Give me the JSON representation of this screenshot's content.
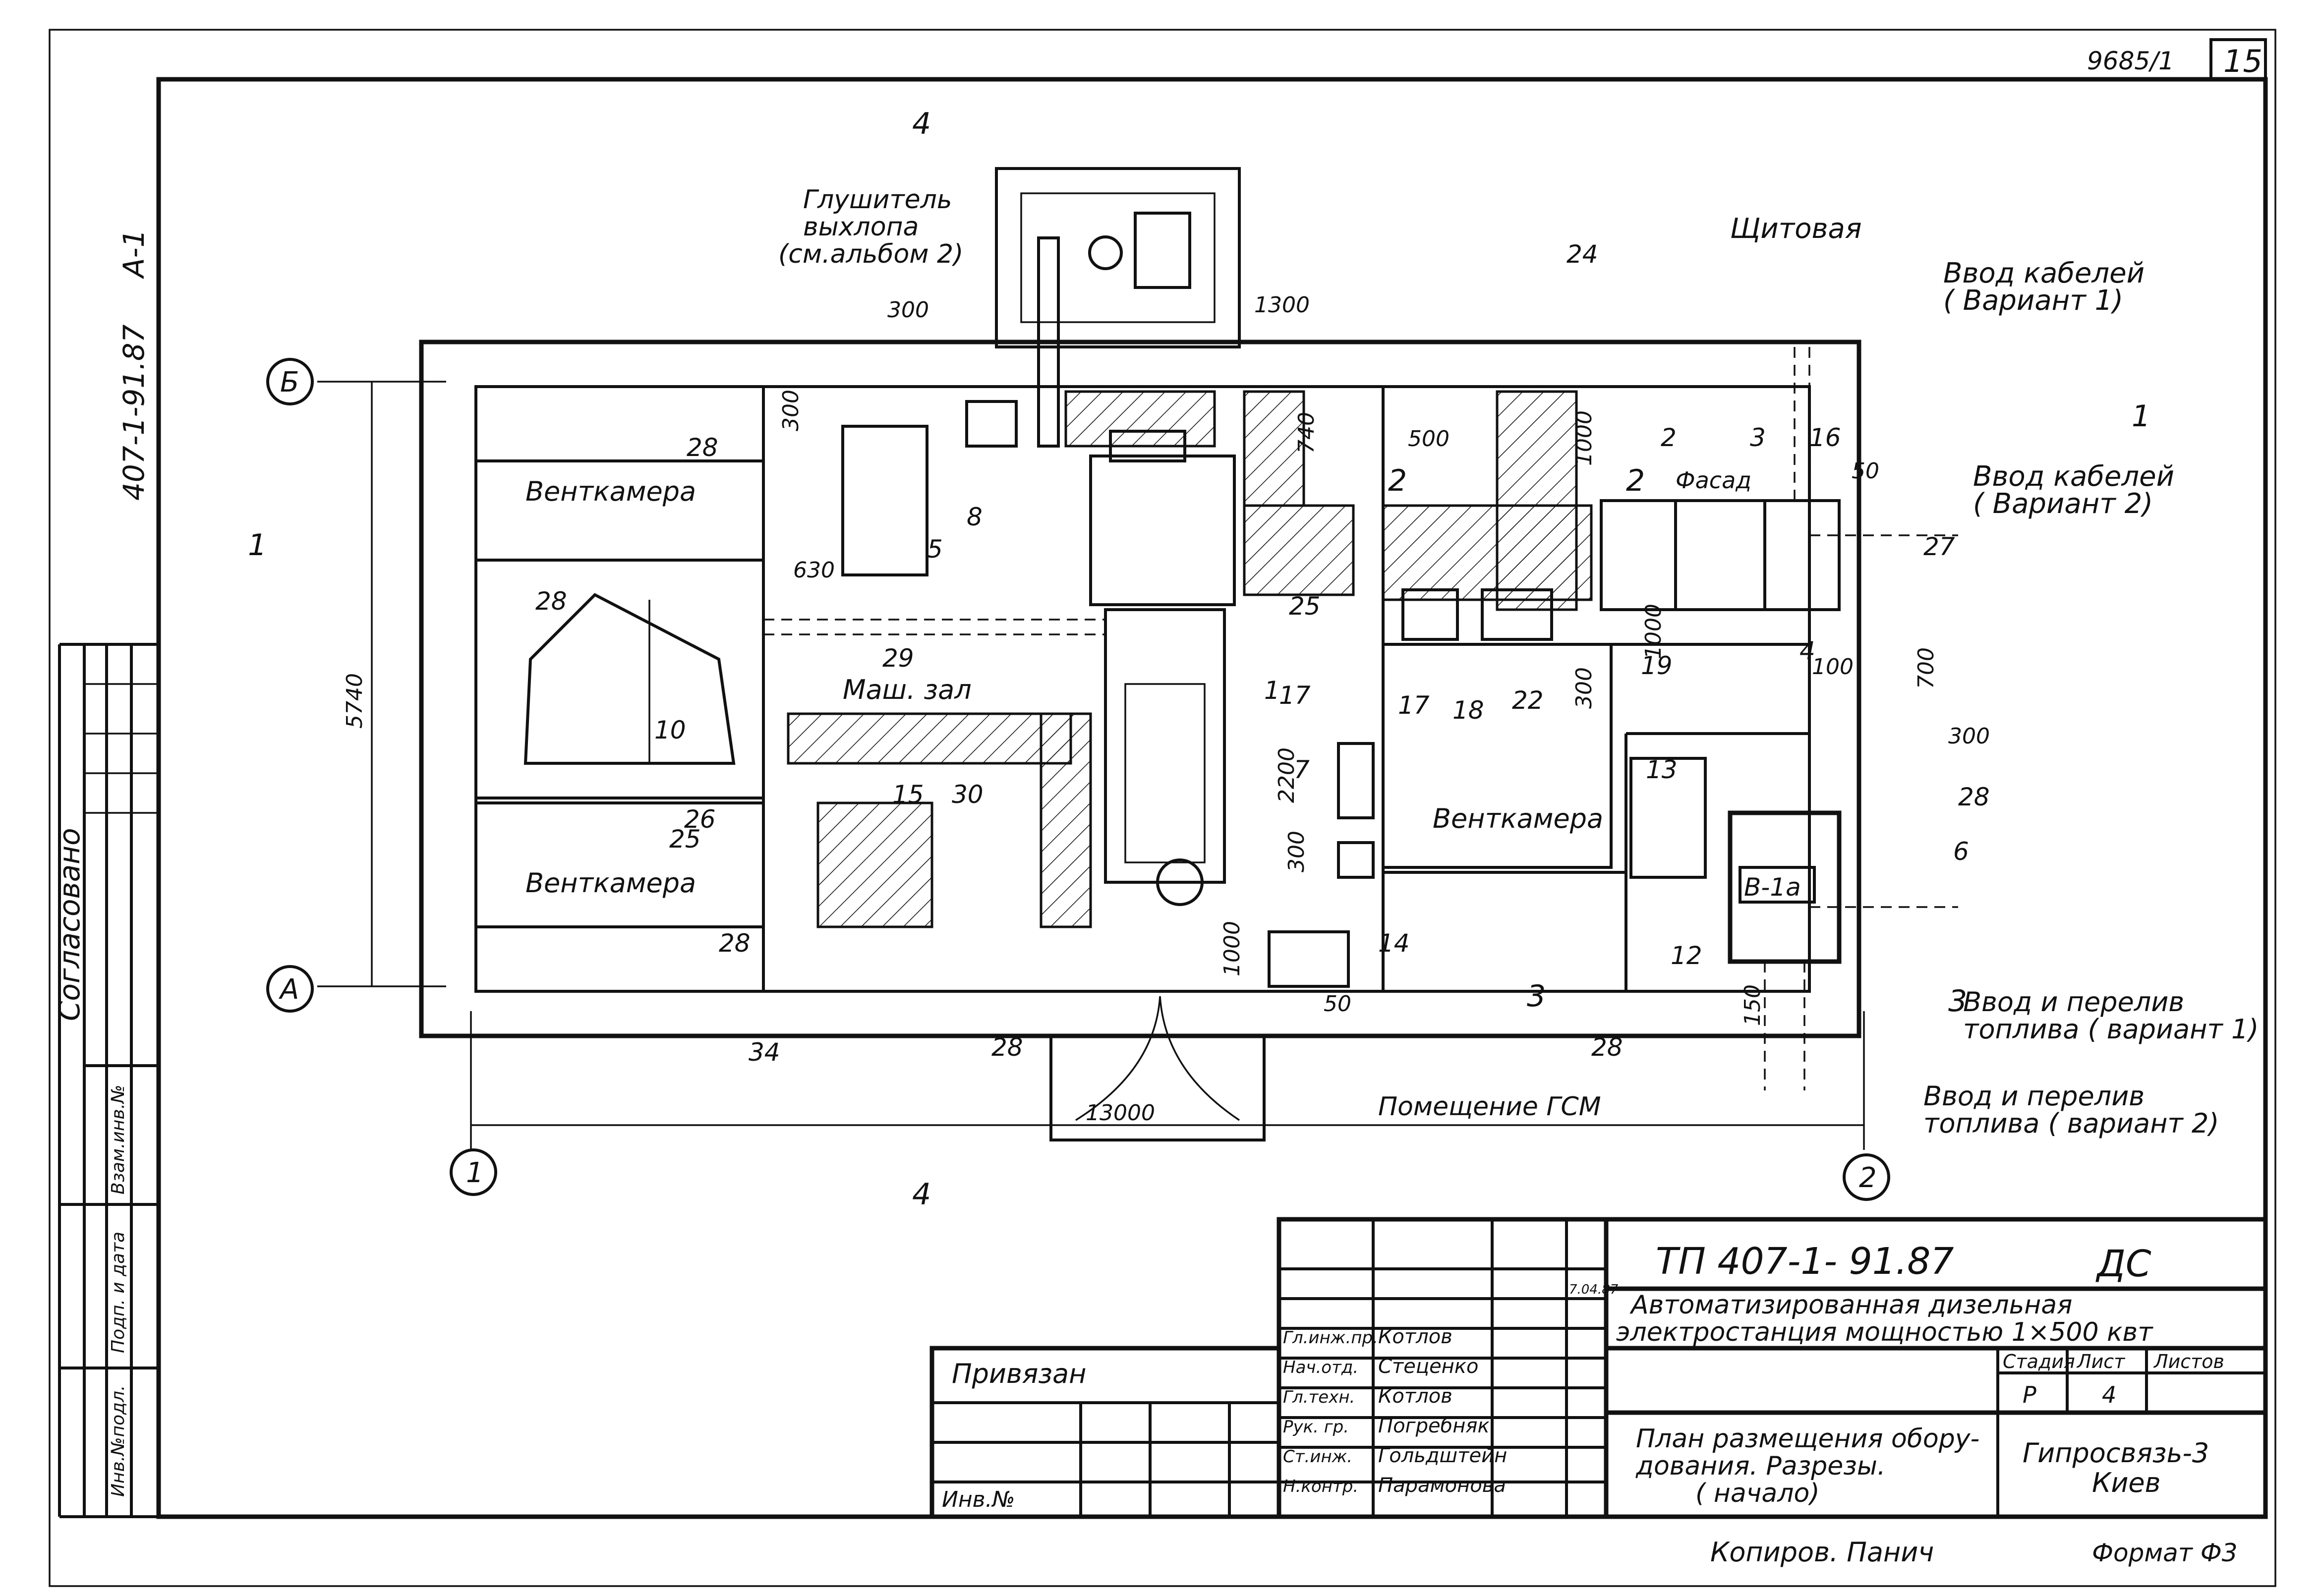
{
  "sheet": {
    "doc_number_top": "9685/1",
    "sheet_number_top": "15",
    "side_code": "407-1-91.87",
    "side_code_suffix": "А-1",
    "side_agreed": "Согласовано",
    "side_col1": "Инв.№подл.",
    "side_col2": "Подп. и дата",
    "side_col3": "Взам.инв.№"
  },
  "plan": {
    "label_muffler": "Глушитель",
    "label_muffler_2": "выхлопа",
    "label_muffler_3": "(см.альбом 2)",
    "label_switch_room": "Щитовая",
    "label_cable_in_1": "Ввод кабелей",
    "label_cable_in_1b": "( Вариант 1)",
    "label_cable_in_2": "Ввод кабелей",
    "label_cable_in_2b": "( Вариант 2)",
    "label_facade": "Фасад",
    "label_vent_1": "Венткамера",
    "label_vent_2": "Венткамера",
    "label_vent_3": "Венткамера",
    "label_machine_hall": "Маш. зал",
    "label_fuel_room": "Помещение ГСМ",
    "label_fuel_in_1": "Ввод и перелив",
    "label_fuel_in_1b": "топлива ( вариант 1)",
    "label_fuel_in_2": "Ввод и перелив",
    "label_fuel_in_2b": "топлива ( вариант 2)",
    "tank_label": "В-1а",
    "axis_b": "Б",
    "axis_a": "А",
    "axis_1": "1",
    "axis_2": "2",
    "dims": [
      "300",
      "1300",
      "300",
      "740",
      "500",
      "1000",
      "50",
      "630",
      "1000",
      "700",
      "300",
      "100",
      "300",
      "2200",
      "300",
      "1000",
      "150",
      "50",
      "5740",
      "13000"
    ],
    "callouts": [
      "24",
      "28",
      "8",
      "5",
      "29",
      "10",
      "28",
      "2",
      "3",
      "16",
      "27",
      "25",
      "17",
      "7",
      "17",
      "18",
      "22",
      "19",
      "4",
      "13",
      "28",
      "6",
      "26",
      "25",
      "15",
      "30",
      "14",
      "12",
      "28",
      "34",
      "28",
      "28",
      "1"
    ],
    "section_marks": [
      "4",
      "4",
      "1",
      "1",
      "2",
      "2",
      "3",
      "3"
    ]
  },
  "title_block": {
    "code": "ТП 407-1- 91.87",
    "stage_mark": "ДС",
    "title_line_1": "Автоматизированная дизельная",
    "title_line_2": "электростанция мощностью 1×500 квт",
    "col_stage": "Стадия",
    "col_sheet": "Лист",
    "col_sheets": "Листов",
    "stage_value": "Р",
    "sheet_value": "4",
    "drawing_title_1": "План размещения обору-",
    "drawing_title_2": "дования. Разрезы.",
    "drawing_title_3": "( начало)",
    "org_1": "Гипросвязь-3",
    "org_2": "Киев",
    "attached_label": "Привязан",
    "inv_label": "Инв.№",
    "date_value": "7.04.87",
    "roles": [
      {
        "role": "Гл.инж.пр.",
        "name": "Котлов"
      },
      {
        "role": "Нач.отд.",
        "name": "Стеценко"
      },
      {
        "role": "Гл.техн.",
        "name": "Котлов"
      },
      {
        "role": "Рук. гр.",
        "name": "Погребняк"
      },
      {
        "role": "Ст.инж.",
        "name": "Гольдштейн"
      },
      {
        "role": "Н.контр.",
        "name": "Парамонова"
      }
    ]
  },
  "footer": {
    "copied_by": "Копиров. Панич",
    "format": "Формат Ф3"
  }
}
